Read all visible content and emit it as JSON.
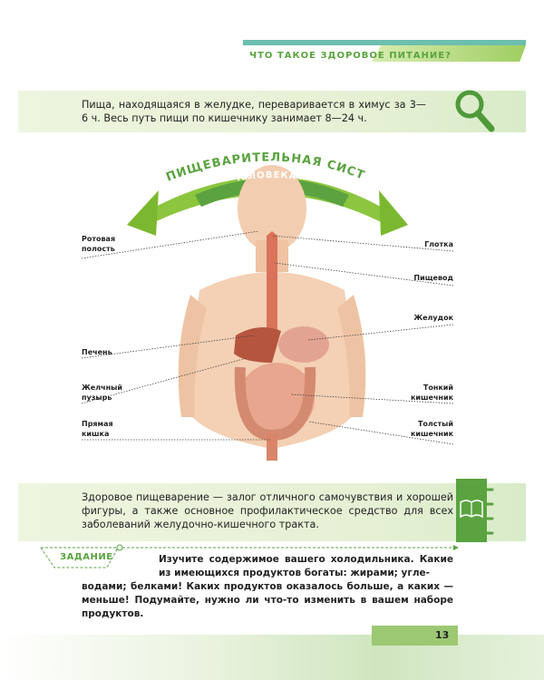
{
  "header": {
    "title": "ЧТО ТАКОЕ ЗДОРОВОЕ ПИТАНИЕ?"
  },
  "fact": {
    "text": "Пища, находящаяся в желудке, переваривается в химус за 3—6 ч. Весь путь пищи по кишечнику занимает 8—24 ч.",
    "icon": "magnifier-icon"
  },
  "diagram": {
    "title_line1": "ПИЩЕВАРИТЕЛЬНАЯ СИСТЕМА",
    "title_line2": "ЧЕЛОВЕКА",
    "left_labels": [
      {
        "line1": "Ротовая",
        "line2": "полость"
      },
      {
        "line1": "Печень",
        "line2": ""
      },
      {
        "line1": "Желчный",
        "line2": "пузырь"
      },
      {
        "line1": "Прямая",
        "line2": "кишка"
      }
    ],
    "right_labels": [
      {
        "line1": "Глотка",
        "line2": ""
      },
      {
        "line1": "Пищевод",
        "line2": ""
      },
      {
        "line1": "Желудок",
        "line2": ""
      },
      {
        "line1": "Тонкий",
        "line2": "кишечник"
      },
      {
        "line1": "Толстый",
        "line2": "кишечник"
      }
    ]
  },
  "note": {
    "text": "Здоровое пищеварение — залог отличного самочувствия и хорошей фигуры, а также основное профилактическое средство для всех заболеваний желудочно-кишечного тракта.",
    "icon": "book-icon"
  },
  "task": {
    "label": "ЗАДАНИЕ",
    "text_top": "Изучите содержимое вашего холодильника. Какие из имеющихся продуктов богаты: жирами; угле-",
    "text_bottom": "водами; белками! Каких продуктов оказалось больше, а каких — меньше! Подумайте, нужно ли что-то изменить в вашем наборе продуктов."
  },
  "page_number": "13",
  "colors": {
    "accent_green": "#5aa340",
    "teal": "#6cbfae",
    "band": "#eef5df"
  }
}
